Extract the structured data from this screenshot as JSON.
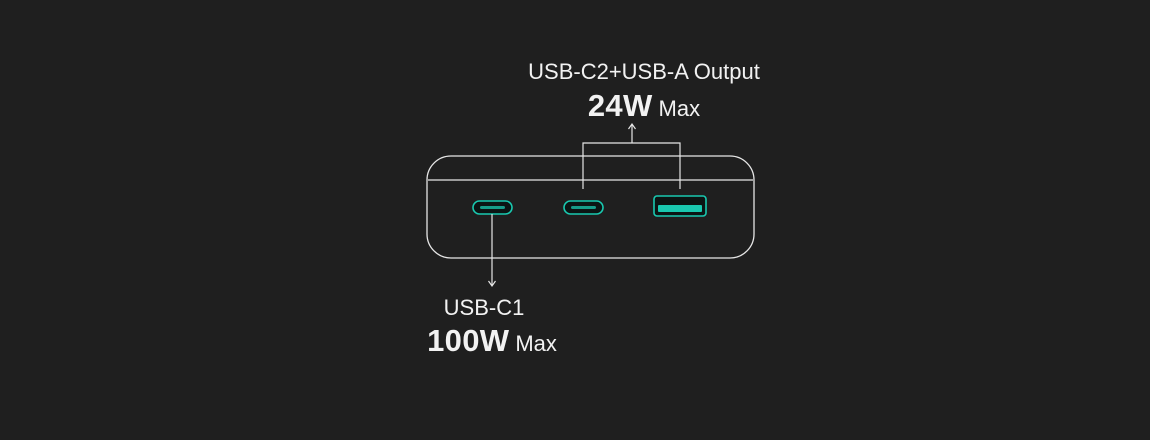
{
  "ports": [
    {
      "id": "usb-c1",
      "type": "USB-C"
    },
    {
      "id": "usb-c2",
      "type": "USB-C"
    },
    {
      "id": "usb-a",
      "type": "USB-A"
    }
  ],
  "outputs": {
    "c2_plus_a": {
      "label": "USB-C2+USB-A Output",
      "power": "24W",
      "unit": "Max"
    },
    "c1": {
      "label": "USB-C1",
      "power": "100W",
      "unit": "Max"
    }
  },
  "colors": {
    "background": "#1f1f1f",
    "outline": "#e6e6e6",
    "port_accent": "#19c9b0",
    "text": "#f2f2f2"
  }
}
